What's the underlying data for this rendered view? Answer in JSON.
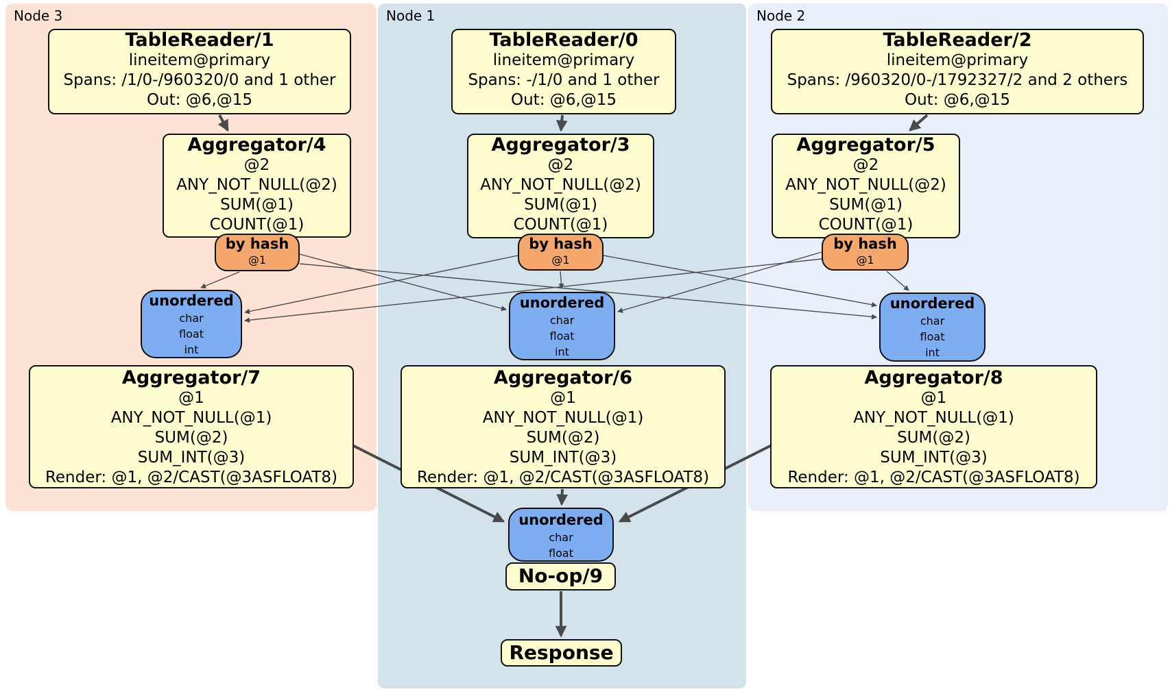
{
  "colors": {
    "node3_bg": "#FCE3D5",
    "node1_bg": "#D4E2EC",
    "node2_bg": "#E9EFF9",
    "processor_fill": "#FDFDD0",
    "router_fill": "#F5A76E",
    "sync_fill": "#7FADF2",
    "edge": "#4A4A4A"
  },
  "nodes": [
    {
      "label": "Node 3",
      "table_reader": {
        "title": "TableReader/1",
        "lines": [
          "lineitem@primary",
          "Spans: /1/0-/960320/0 and 1 other",
          "Out: @6,@15"
        ]
      },
      "aggregator_pre": {
        "title": "Aggregator/4",
        "lines": [
          "@2",
          "ANY_NOT_NULL(@2)",
          "SUM(@1)",
          "COUNT(@1)"
        ]
      },
      "router": {
        "title": "by hash",
        "lines": [
          "@1"
        ]
      },
      "input_sync": {
        "title": "unordered",
        "lines": [
          "char",
          "float",
          "int"
        ]
      },
      "aggregator_final": {
        "title": "Aggregator/7",
        "lines": [
          "@1",
          "ANY_NOT_NULL(@1)",
          "SUM(@2)",
          "SUM_INT(@3)",
          "Render: @1, @2/CAST(@3ASFLOAT8)"
        ]
      }
    },
    {
      "label": "Node 1",
      "table_reader": {
        "title": "TableReader/0",
        "lines": [
          "lineitem@primary",
          "Spans: -/1/0 and 1 other",
          "Out: @6,@15"
        ]
      },
      "aggregator_pre": {
        "title": "Aggregator/3",
        "lines": [
          "@2",
          "ANY_NOT_NULL(@2)",
          "SUM(@1)",
          "COUNT(@1)"
        ]
      },
      "router": {
        "title": "by hash",
        "lines": [
          "@1"
        ]
      },
      "input_sync": {
        "title": "unordered",
        "lines": [
          "char",
          "float",
          "int"
        ]
      },
      "aggregator_final": {
        "title": "Aggregator/6",
        "lines": [
          "@1",
          "ANY_NOT_NULL(@1)",
          "SUM(@2)",
          "SUM_INT(@3)",
          "Render: @1, @2/CAST(@3ASFLOAT8)"
        ]
      }
    },
    {
      "label": "Node 2",
      "table_reader": {
        "title": "TableReader/2",
        "lines": [
          "lineitem@primary",
          "Spans: /960320/0-/1792327/2 and 2 others",
          "Out: @6,@15"
        ]
      },
      "aggregator_pre": {
        "title": "Aggregator/5",
        "lines": [
          "@2",
          "ANY_NOT_NULL(@2)",
          "SUM(@1)",
          "COUNT(@1)"
        ]
      },
      "router": {
        "title": "by hash",
        "lines": [
          "@1"
        ]
      },
      "input_sync": {
        "title": "unordered",
        "lines": [
          "char",
          "float",
          "int"
        ]
      },
      "aggregator_final": {
        "title": "Aggregator/8",
        "lines": [
          "@1",
          "ANY_NOT_NULL(@1)",
          "SUM(@2)",
          "SUM_INT(@3)",
          "Render: @1, @2/CAST(@3ASFLOAT8)"
        ]
      }
    }
  ],
  "final_stage": {
    "input_sync": {
      "title": "unordered",
      "lines": [
        "char",
        "float"
      ]
    },
    "noop": {
      "title": "No-op/9"
    },
    "response": {
      "title": "Response"
    }
  }
}
